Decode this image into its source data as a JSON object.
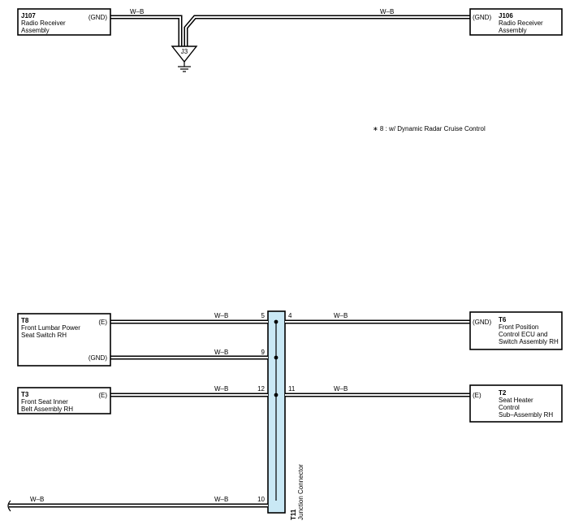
{
  "note": "∗ 8 : w/ Dynamic Radar Cruise Control",
  "wire_color": "W–B",
  "colors": {
    "junction_fill": "#c9e8f5",
    "wire": "#000000",
    "background": "#ffffff"
  },
  "ground_point": {
    "id": "J3"
  },
  "components": {
    "j107": {
      "code": "J107",
      "name_line1": "Radio Receiver",
      "name_line2": "Assembly",
      "name_line3": "",
      "pin": "(GND)"
    },
    "j106": {
      "code": "J106",
      "name_line1": "Radio Receiver",
      "name_line2": "Assembly",
      "name_line3": "",
      "pin": "(GND)"
    },
    "t8": {
      "code": "T8",
      "name_line1": "Front Lumbar Power",
      "name_line2": "Seat Switch RH",
      "name_line3": "",
      "pin": "(E)",
      "pin2": "(GND)"
    },
    "t3": {
      "code": "T3",
      "name_line1": "Front Seat Inner",
      "name_line2": "Belt Assembly RH",
      "name_line3": "",
      "pin": "(E)"
    },
    "t6": {
      "code": "T6",
      "name_line1": "Front Position",
      "name_line2": "Control ECU and",
      "name_line3": "Switch Assembly RH",
      "pin": "(GND)"
    },
    "t2": {
      "code": "T2",
      "name_line1": "Seat Heater",
      "name_line2": "Control",
      "name_line3": "Sub–Assembly RH",
      "pin": "(E)"
    }
  },
  "junction_connector": {
    "code": "T11",
    "name": "Junction Connector",
    "pins": {
      "p5": "5",
      "p4": "4",
      "p9": "9",
      "p12": "12",
      "p11": "11",
      "p10": "10"
    }
  }
}
